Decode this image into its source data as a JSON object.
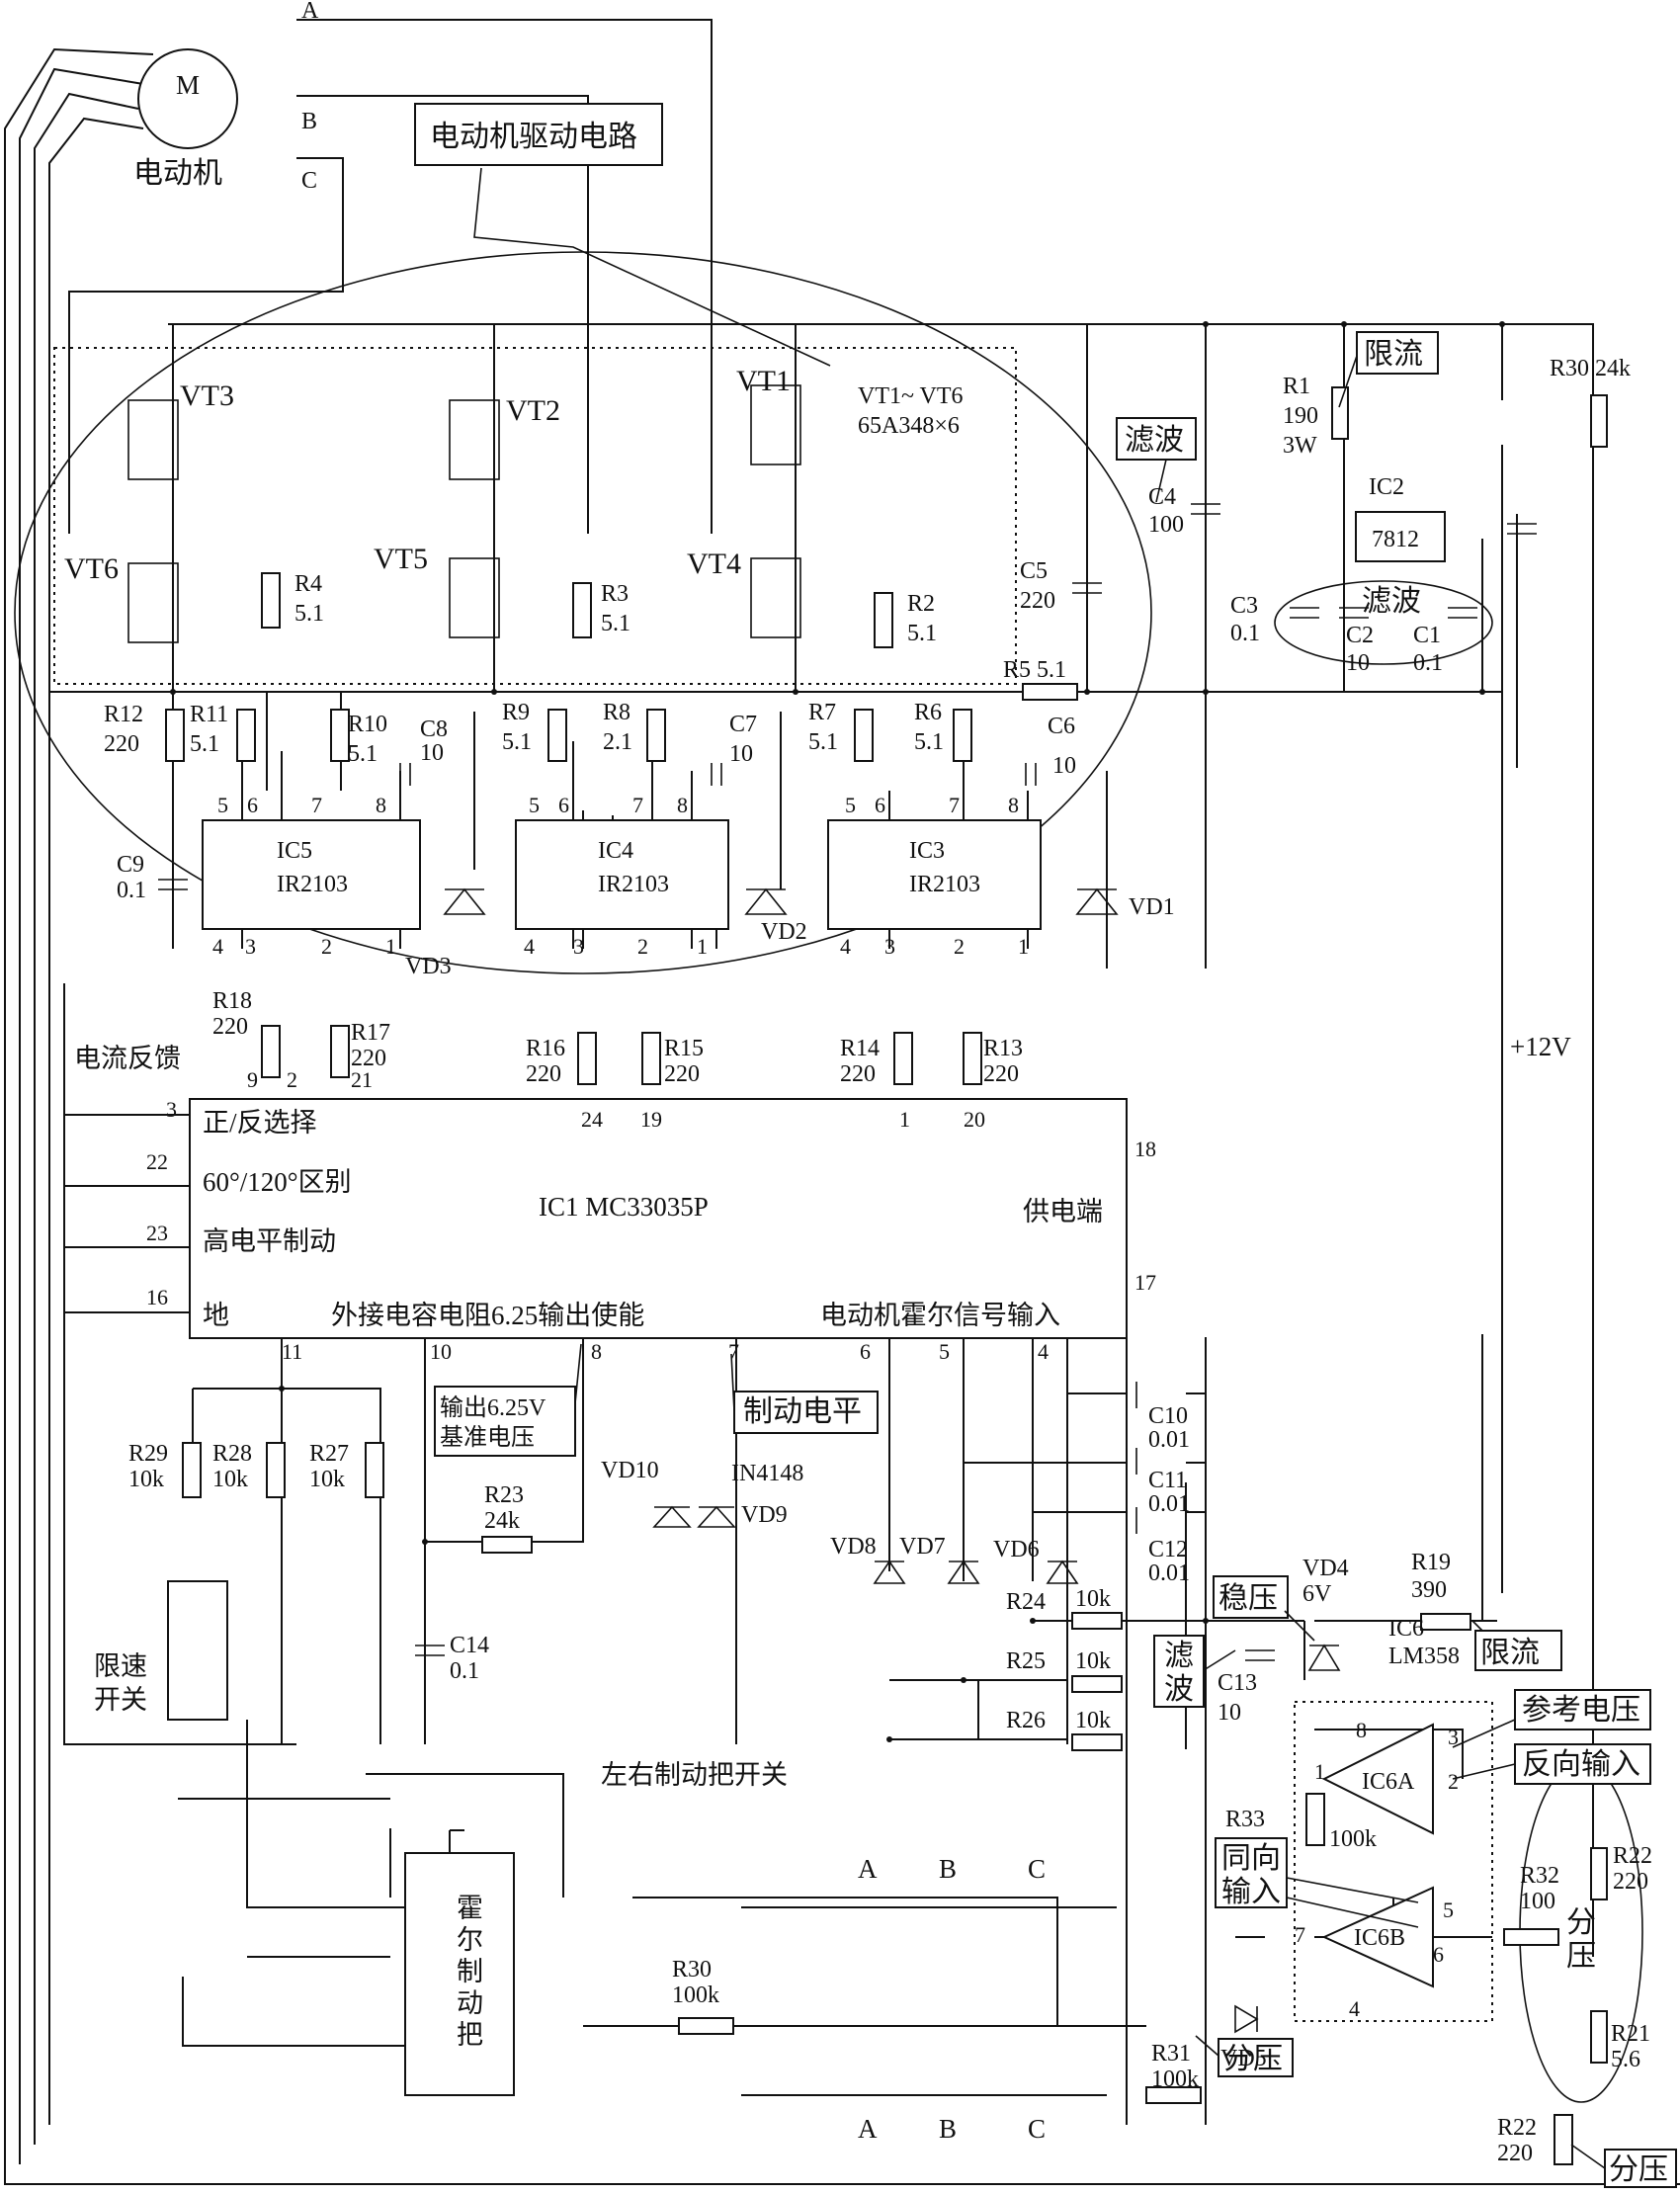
{
  "motor": {
    "symbol": "M",
    "name": "电动机",
    "phase_a": "A",
    "phase_b": "B",
    "phase_c": "C"
  },
  "callouts": {
    "drive_circuit": "电动机驱动电路",
    "current_limit_top": "限流",
    "filter_c4": "滤波",
    "filter_c123": "滤波",
    "regulator": "稳压",
    "filter_c13": "滤\n波",
    "current_limit_r19": "限流",
    "reference_voltage": "参考电压",
    "inverting_input": "反向输入",
    "noninverting_input": "同向\n输入",
    "divider_r21": "分\n压",
    "divider_r31": "分压",
    "divider_r22": "分压",
    "vref_out": "输出6.25V\n基准电压",
    "brake_level": "制动电平"
  },
  "mosfets": {
    "vt1": "VT1",
    "vt2": "VT2",
    "vt3": "VT3",
    "vt4": "VT4",
    "vt5": "VT5",
    "vt6": "VT6",
    "spec": "VT1~ VT6\n65A348×6"
  },
  "resistors": {
    "r1": "R1\n190\n3W",
    "r2": "R2\n5.1",
    "r3": "R3\n5.1",
    "r4": "R4\n5.1",
    "r5": "R5  5.1",
    "r6": "R6\n5.1",
    "r7": "R7\n5.1",
    "r8": "R8\n2.1",
    "r9": "R9\n5.1",
    "r10": "R10\n5.1",
    "r11": "R11\n5.1",
    "r12": "R12\n220",
    "r13": "R13\n220",
    "r14": "R14\n220",
    "r15": "R15\n220",
    "r16": "R16\n220",
    "r17": "R17\n220",
    "r18": "R18\n220",
    "r19": "R19\n390",
    "r21": "R21\n5.6",
    "r22a": "R22\n220",
    "r22b": "R22\n220",
    "r23": "R23\n24k",
    "r24": "R24",
    "r24v": "10k",
    "r25": "R25",
    "r25v": "10k",
    "r26": "R26",
    "r26v": "10k",
    "r27": "R27\n10k",
    "r28": "R28\n10k",
    "r29": "R29\n10k",
    "r30_top": "R30 24k",
    "r30": "R30\n100k",
    "r31": "R31\n100k",
    "r32": "R32\n100",
    "r33": "R33",
    "r33v": "100k"
  },
  "capacitors": {
    "c1": "C1\n0.1",
    "c2": "C2\n10",
    "c3": "C3\n0.1",
    "c4": "C4\n100",
    "c5": "C5\n220",
    "c6": "C6",
    "c6v": "10",
    "c7": "C7\n10",
    "c8": "C8\n10",
    "c9": "C9\n0.1",
    "c10": "C10\n0.01",
    "c11": "C11\n0.01",
    "c12": "C12\n0.01",
    "c13": "C13\n10",
    "c14": "C14\n0.1"
  },
  "diodes": {
    "vd1": "VD1",
    "vd2": "VD2",
    "vd3": "VD3",
    "vd4": "VD4\n6V",
    "vd5": "VD5",
    "vd6": "VD6",
    "vd7": "VD7",
    "vd8": "VD8",
    "vd9": "VD9",
    "vd10": "VD10",
    "in4148": "IN4148"
  },
  "ics": {
    "ic2": "IC2",
    "ic2_part": "7812",
    "ic3": "IC3\nIR2103",
    "ic4": "IC4\nIR2103",
    "ic5": "IC5\nIR2103",
    "ic6": "IC6\nLM358",
    "ic6a": "IC6A",
    "ic6b": "IC6B",
    "ic1": "IC1  MC33035P"
  },
  "ic1_labels": {
    "fwd_rev": "正/反选择",
    "sel_60_120": "60°/120°区别",
    "high_brake": "高电平制动",
    "gnd": "地",
    "ext_rc": "外接电容电阻6.25输出使能",
    "supply": "供电端",
    "hall_in": "电动机霍尔信号输入"
  },
  "pins": {
    "ic3": [
      "5",
      "6",
      "7",
      "8",
      "4",
      "3",
      "2",
      "1"
    ],
    "ic4": [
      "5",
      "6",
      "7",
      "8",
      "4",
      "3",
      "2",
      "1"
    ],
    "ic5": [
      "5",
      "6",
      "7",
      "8",
      "4",
      "3",
      "2",
      "1"
    ],
    "ic1_top": [
      "9",
      "2",
      "21",
      "24",
      "19",
      "1",
      "20"
    ],
    "ic1_left": [
      "3",
      "22",
      "23",
      "16"
    ],
    "ic1_right": [
      "18",
      "17"
    ],
    "ic1_bottom": [
      "11",
      "10",
      "8",
      "7",
      "6",
      "5",
      "4"
    ],
    "ic6": [
      "8",
      "3",
      "2",
      "1",
      "5",
      "6",
      "7",
      "4"
    ]
  },
  "other": {
    "current_feedback": "电流反馈",
    "supply_12v": "+12V",
    "speed_switch": "限速\n开关",
    "brake_switch": "左右制动把开关",
    "hall_brake": "霍\n尔\n制\n动\n把",
    "bus_a": "A",
    "bus_b": "B",
    "bus_c": "C"
  }
}
